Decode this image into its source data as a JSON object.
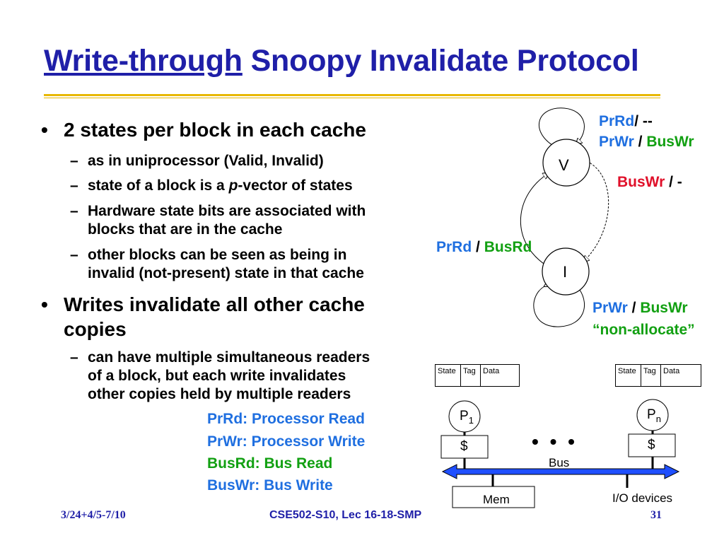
{
  "title": {
    "link_text": "Write-through",
    "rest_text": "Snoopy Invalidate Protocol"
  },
  "bullets": [
    {
      "text": "2 states per block in each cache",
      "subs": [
        {
          "lines": [
            "as in uniprocessor (Valid, Invalid)"
          ]
        },
        {
          "pre": "state of a block is a ",
          "em": "p",
          "post": "-vector of states"
        },
        {
          "lines": [
            "Hardware state bits are associated with",
            "blocks that are in the cache"
          ]
        },
        {
          "lines": [
            "other blocks can be seen as being in",
            "invalid (not-present) state in that cache"
          ]
        }
      ]
    },
    {
      "lines": [
        "Writes invalidate all other cache",
        "copies"
      ],
      "subs": [
        {
          "lines": [
            "can have multiple simultaneous readers",
            "of a block, but each write invalidates",
            "other copies held by multiple readers"
          ]
        }
      ]
    }
  ],
  "legend": [
    {
      "text": "PrRd: Processor Read",
      "color": "#1f6fe0"
    },
    {
      "text": "PrWr: Processor Write",
      "color": "#1f6fe0"
    },
    {
      "text": "BusRd: Bus Read",
      "color": "#12a012"
    },
    {
      "text": "BusWr: Bus Write",
      "color": "#1f6fe0"
    }
  ],
  "state_diagram": {
    "state_v": "V",
    "state_i": "I",
    "v_loop": {
      "prrd": "PrRd",
      "prrd_sep": "/ --",
      "prwr": "PrWr",
      "sep": " / ",
      "buswr": "BusWr"
    },
    "v_to_i": {
      "buswr": "BusWr",
      "sep": " / -"
    },
    "i_to_v": {
      "prrd": "PrRd",
      "sep": " / ",
      "busrd": "BusRd"
    },
    "i_loop": {
      "prwr": "PrWr",
      "sep": " / ",
      "buswr": "BusWr",
      "note": "“non-allocate”"
    }
  },
  "system": {
    "table_headers": [
      "State",
      "Tag",
      "Data"
    ],
    "proc_left_1": "P",
    "proc_left_2": "1",
    "proc_right_1": "P",
    "proc_right_2": "n",
    "cache_label": "$",
    "ellipsis": "• • •",
    "bus_label": "Bus",
    "mem_label": "Mem",
    "io_label": "I/O devices"
  },
  "footer": {
    "date": "3/24+4/5-7/10",
    "course": "CSE502-S10, Lec 16-18-SMP",
    "page": "31"
  },
  "colors": {
    "title": "#1f1fa8",
    "rule": "#e8b800",
    "blue": "#1f6fe0",
    "green": "#12a012",
    "red": "#e0102a"
  }
}
